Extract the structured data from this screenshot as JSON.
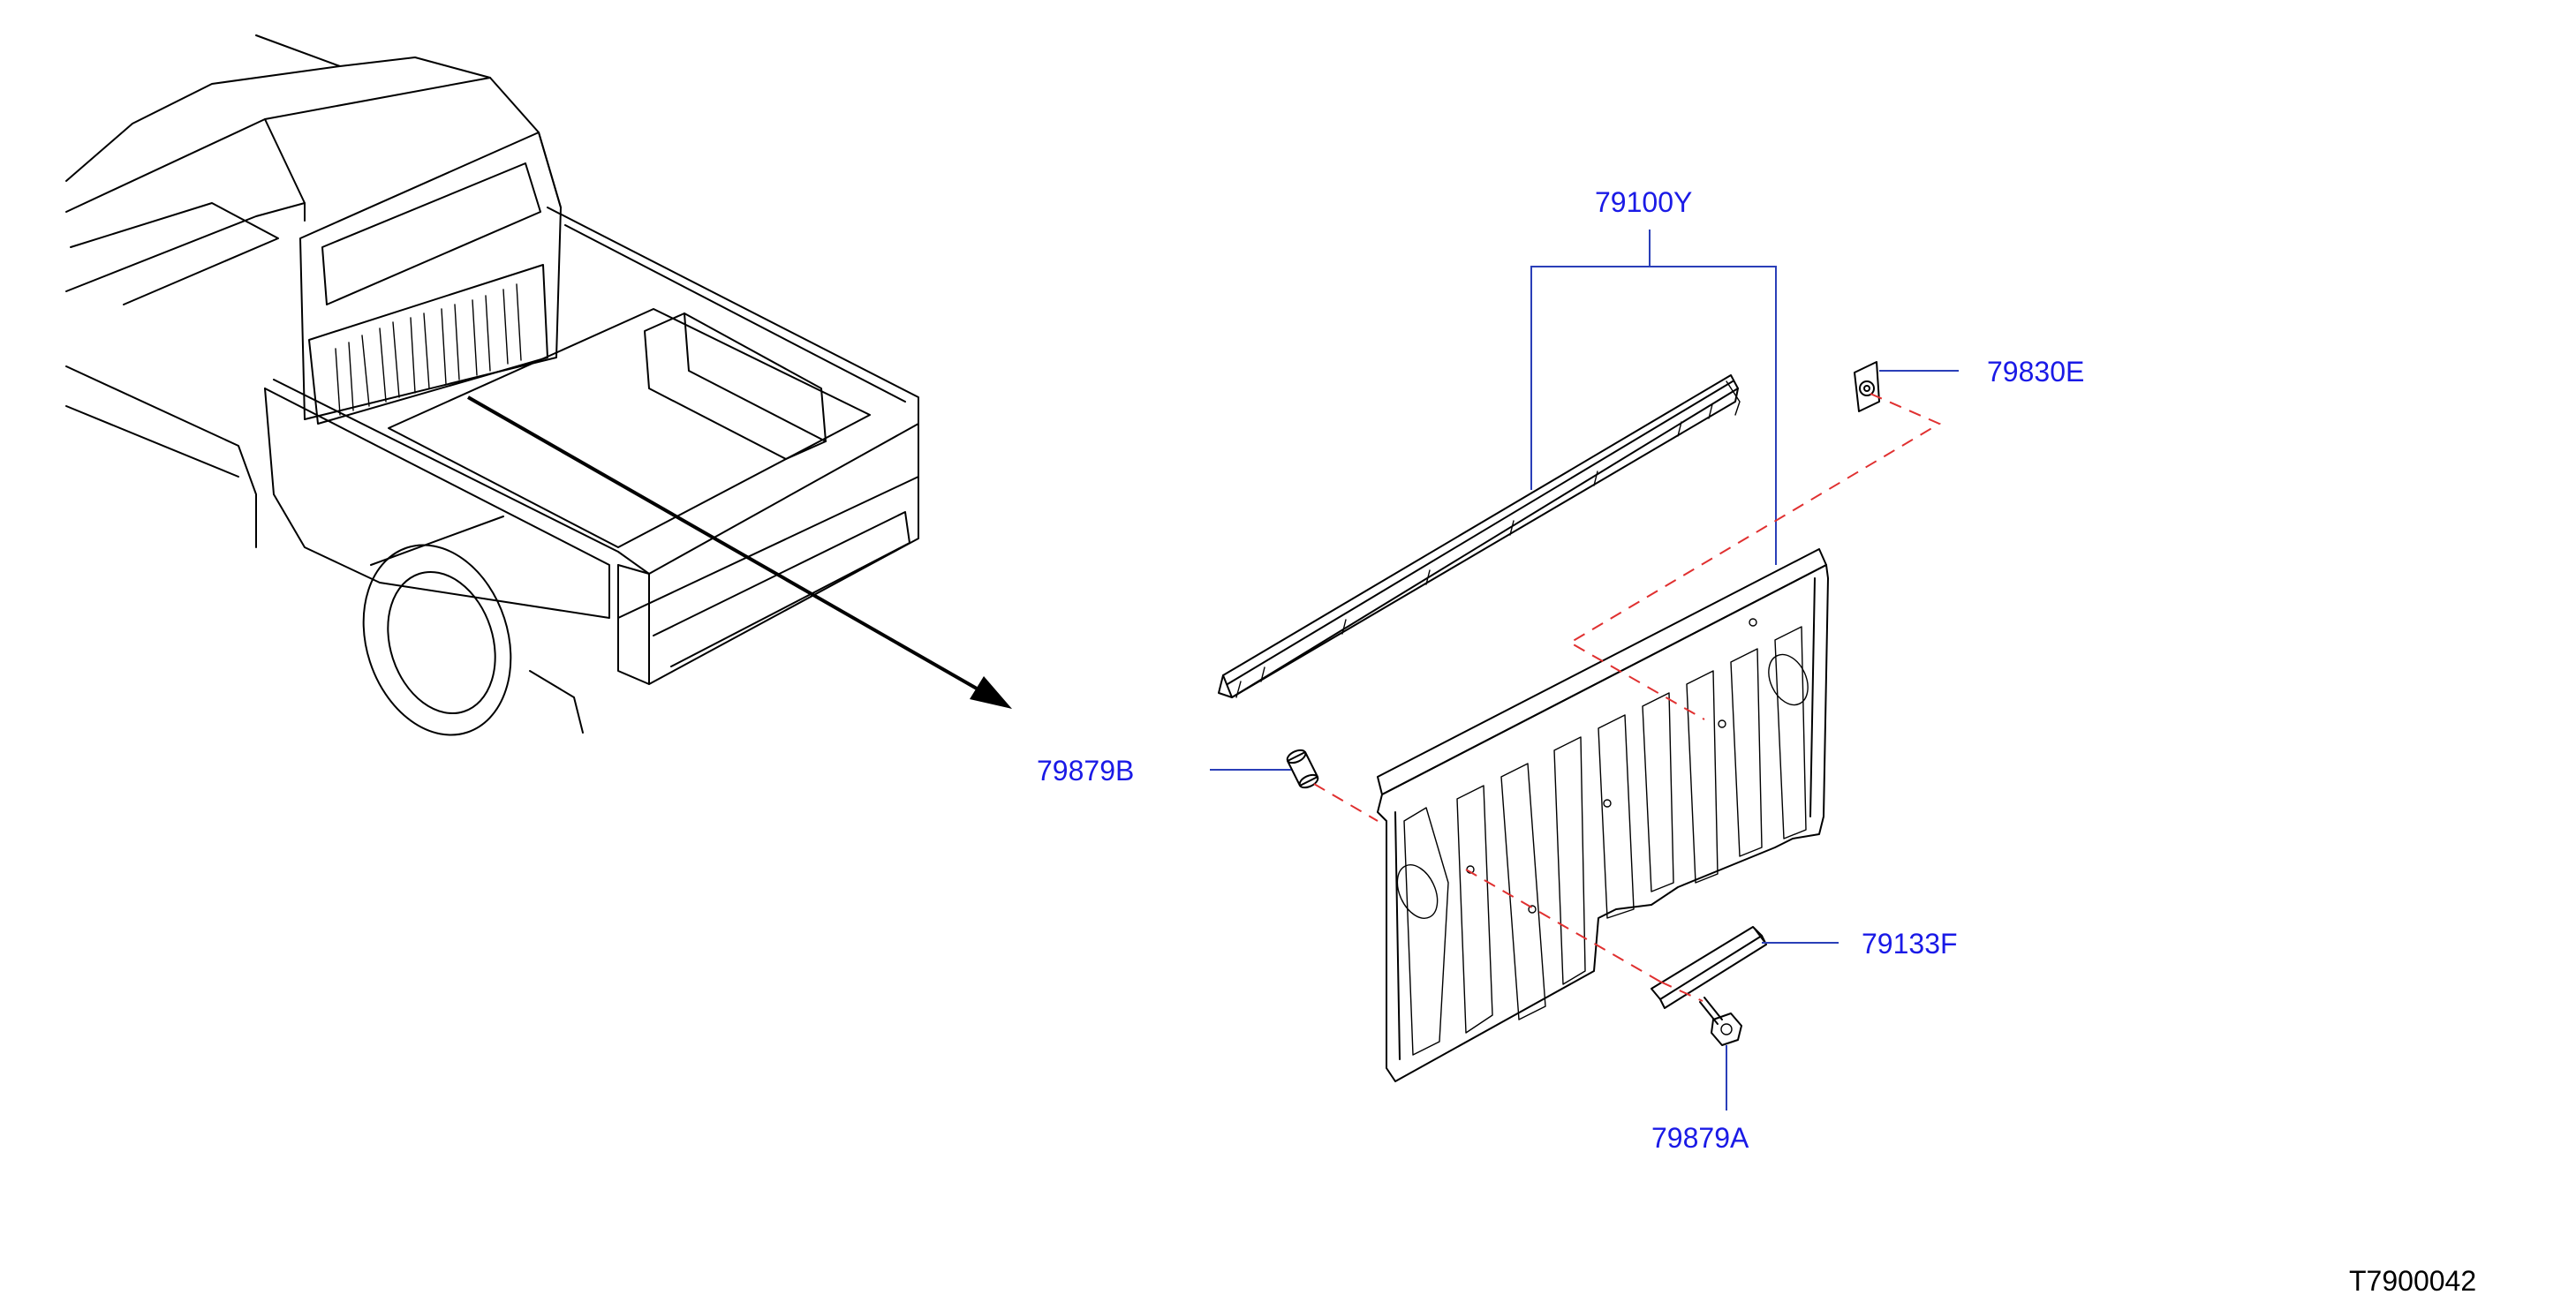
{
  "callouts": {
    "inner_assembly": "79100Y",
    "clip": "79830E",
    "bushing": "79879B",
    "bracket": "79133F",
    "bolt": "79879A"
  },
  "figure_code": "T7900042",
  "colors": {
    "callout_text": "#1a1ae6",
    "leader_line": "#2a3fb8",
    "assembly_dashed_line": "#e03030",
    "line_art": "#000000"
  }
}
